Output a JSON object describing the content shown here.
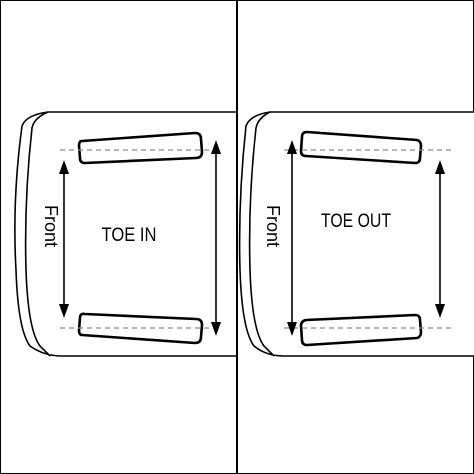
{
  "panels": [
    {
      "id": "toe-in",
      "title": "TOE IN",
      "front_label": "Front"
    },
    {
      "id": "toe-out",
      "title": "TOE OUT",
      "front_label": "Front"
    }
  ],
  "colors": {
    "line": "#000000",
    "dashed_guide": "#8a8a8a",
    "background": "#ffffff"
  }
}
